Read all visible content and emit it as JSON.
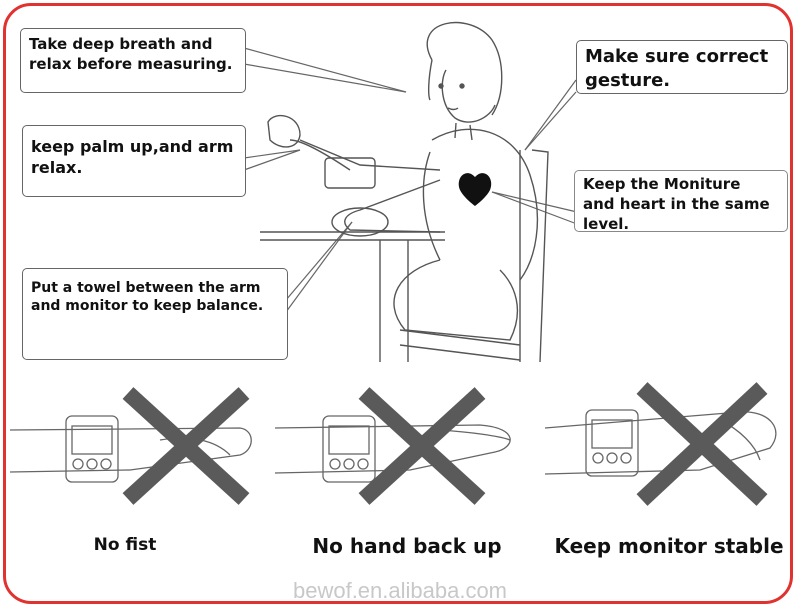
{
  "callouts": {
    "breath": "Take deep breath and\nrelax before measuring.",
    "palm": "keep palm up,and arm\nrelax.",
    "towel": "Put a towel between the arm\nand monitor to keep balance.",
    "gesture": "Make sure correct\ngesture.",
    "level": "Keep the Moniture\nand heart in the same\nlevel."
  },
  "captions": {
    "no_fist": "No fist",
    "no_hand_back": "No hand back up",
    "keep_stable": "Keep monitor stable"
  },
  "watermark": "bewof.en.alibaba.com",
  "colors": {
    "frame": "#e0322f",
    "cross": "#5a5a5a",
    "heart": "#111111"
  }
}
